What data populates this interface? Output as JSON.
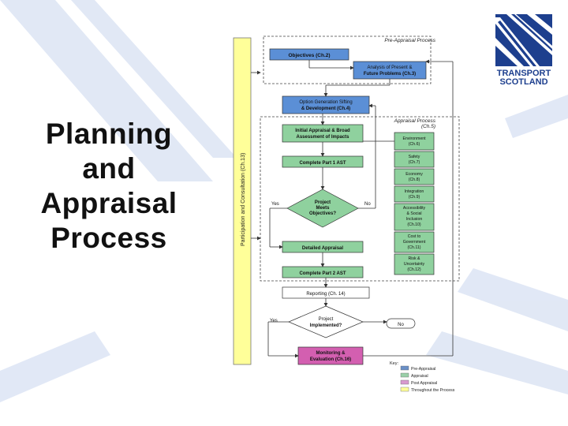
{
  "slide": {
    "title_lines": [
      "Planning",
      "and",
      "Appraisal",
      "Process"
    ]
  },
  "logo": {
    "line1": "TRANSPORT",
    "line2": "SCOTLAND",
    "brand_color": "#1d3f8e"
  },
  "diagram": {
    "side_bar_label": "Participation and Consultation (Ch.13)",
    "pre_appraisal_label": "Pre-Appraisal Process",
    "appraisal_label_line1": "Appraisal Process",
    "appraisal_label_line2": "(Ch.5)",
    "objectives": "Objectives (Ch.2)",
    "analysis_line1": "Analysis of Present &",
    "analysis_line2": "Future Problems (Ch.3)",
    "option_line1": "Option Generation Sifting",
    "option_line2": "& Development (Ch.4)",
    "initial_line1": "Initial Appraisal & Broad",
    "initial_line2": "Assessment of Impacts",
    "part1": "Complete Part 1 AST",
    "decision1_line1": "Project",
    "decision1_line2": "Meets",
    "decision1_line3": "Objectives?",
    "yes1": "Yes",
    "no1": "No",
    "detailed": "Detailed Appraisal",
    "part2": "Complete Part 2 AST",
    "reporting": "Reporting (Ch. 14)",
    "decision2_line1": "Project",
    "decision2_line2": "Implemented?",
    "yes2": "Yes",
    "no2": "No",
    "monitoring_line1": "Monitoring &",
    "monitoring_line2": "Evaluation (Ch.16)",
    "criteria": [
      [
        "Environment",
        "(Ch.6)"
      ],
      [
        "Safety",
        "(Ch.7)"
      ],
      [
        "Economy",
        "(Ch.8)"
      ],
      [
        "Integration",
        "(Ch.9)"
      ],
      [
        "Accessibility",
        "& Social",
        "Inclusion",
        "(Ch.10)"
      ],
      [
        "Cost to",
        "Government",
        "(Ch.11)"
      ],
      [
        "Risk &",
        "Uncertainty",
        "(Ch.12)"
      ]
    ],
    "key_title": "Key:",
    "key_items": [
      "Pre-Appraisal",
      "Appraisal",
      "Post Appraisal",
      "Throughout the Process"
    ],
    "colors": {
      "blue": "#5b8fd6",
      "green": "#8fd19e",
      "pink": "#d35fb0",
      "yellow": "#ffff99",
      "key_blue": "#6a8fc7",
      "key_green": "#9ad0a8",
      "key_pink": "#d99ad0",
      "key_yellow": "#ffff99"
    }
  }
}
